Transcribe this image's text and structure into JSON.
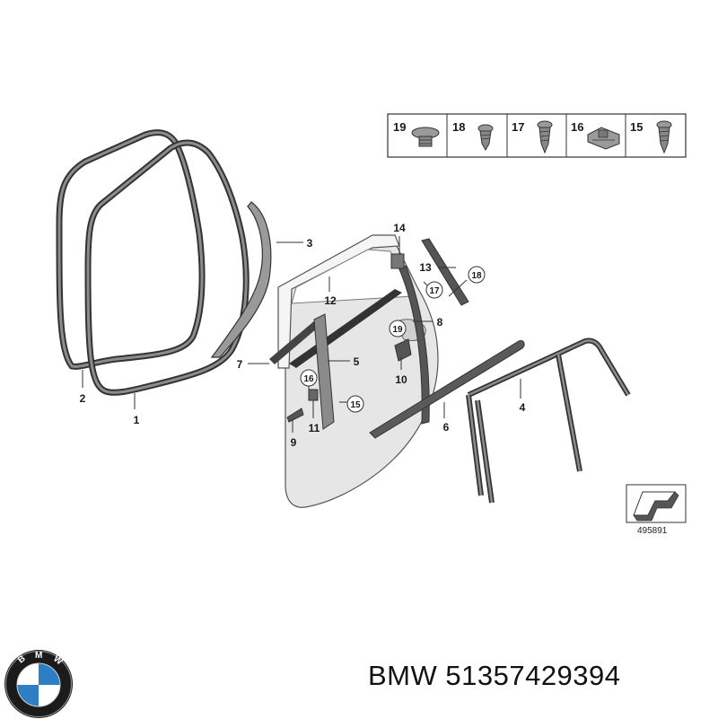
{
  "hardware_strip": [
    {
      "num": "19",
      "icon": "flat-head-screw-icon"
    },
    {
      "num": "18",
      "icon": "short-screw-icon"
    },
    {
      "num": "17",
      "icon": "tapping-screw-icon"
    },
    {
      "num": "16",
      "icon": "clip-nut-icon"
    },
    {
      "num": "15",
      "icon": "tapping-screw-icon"
    }
  ],
  "callouts": {
    "p1": "1",
    "p2": "2",
    "p3": "3",
    "p4": "4",
    "p5": "5",
    "p6": "6",
    "p7": "7",
    "p8": "8",
    "p9": "9",
    "p10": "10",
    "p11": "11",
    "p12": "12",
    "p13": "13",
    "p14": "14",
    "c15": "15",
    "c16": "16",
    "c17": "17",
    "c18": "18",
    "c19": "19"
  },
  "reference_number": "495891",
  "footer": {
    "brand": "BMW",
    "part_number": "51357429394",
    "text": "BMW 51357429394"
  },
  "colors": {
    "line": "#333333",
    "seal": "#4a4a4a",
    "door_fill": "#e6e6e6",
    "part_fill": "#8a8a8a",
    "logo_blue": "#2d7ec4"
  }
}
